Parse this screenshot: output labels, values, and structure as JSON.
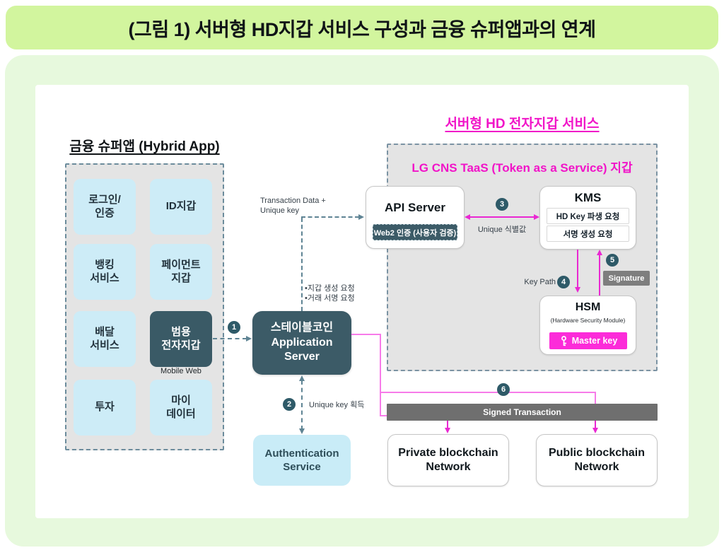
{
  "banner": {
    "title": "(그림 1) 서버형 HD지갑 서비스 구성과 금융 슈퍼앱과의 연계"
  },
  "super_app": {
    "title": "금융 슈퍼앱 (Hybrid App)",
    "tiles": [
      {
        "label": "로그인/\n인증"
      },
      {
        "label": "ID지갑"
      },
      {
        "label": "뱅킹\n서비스"
      },
      {
        "label": "페이먼트\n지갑"
      },
      {
        "label": "배달\n서비스"
      },
      {
        "label": "범용\n전자지갑"
      },
      {
        "label": "투자"
      },
      {
        "label": "마이\n데이터"
      }
    ],
    "mobile_web_label": "Mobile Web"
  },
  "middle": {
    "app_server": "스테이블코인\nApplication\nServer",
    "auth_service": "Authentication\nService",
    "labels": {
      "transaction_data": "Transaction Data +\nUnique key",
      "requests": "•지갑 생성 요청\n•거래 서명 요청",
      "unique_key_acquire": "Unique key 획득"
    }
  },
  "wallet_service": {
    "title": "서버형 HD 전자지갑 서비스",
    "container_title": "LG CNS TaaS (Token as a Service) 지갑",
    "api_server": {
      "title": "API Server",
      "badge": "Web2 인증 (사용자 검증)"
    },
    "kms": {
      "title": "KMS",
      "rows": [
        "HD Key 파생 요청",
        "서명 생성 요청"
      ]
    },
    "hsm": {
      "title": "HSM",
      "subtitle": "(Hardware Security Module)",
      "badge": "Master key"
    },
    "labels": {
      "unique_id": "Unique 식별값",
      "key_path": "Key Path",
      "signature": "Signature"
    }
  },
  "bottom": {
    "signed_transaction": "Signed Transaction",
    "private_network": "Private blockchain\nNetwork",
    "public_network": "Public blockchain\nNetwork"
  },
  "steps": [
    "1",
    "2",
    "3",
    "4",
    "5",
    "6"
  ],
  "colors": {
    "banner_green": "#d2f59e",
    "panel_green": "#e7f9dd",
    "accent_magenta": "#f114c8",
    "badge_magenta": "#fc2bd9",
    "teal_dark": "#3c5b67",
    "step_teal": "#2e5a68",
    "tile_blue": "#cdecf7",
    "container_gray": "#e4e4e4",
    "bar_gray": "#6f6f6f"
  }
}
